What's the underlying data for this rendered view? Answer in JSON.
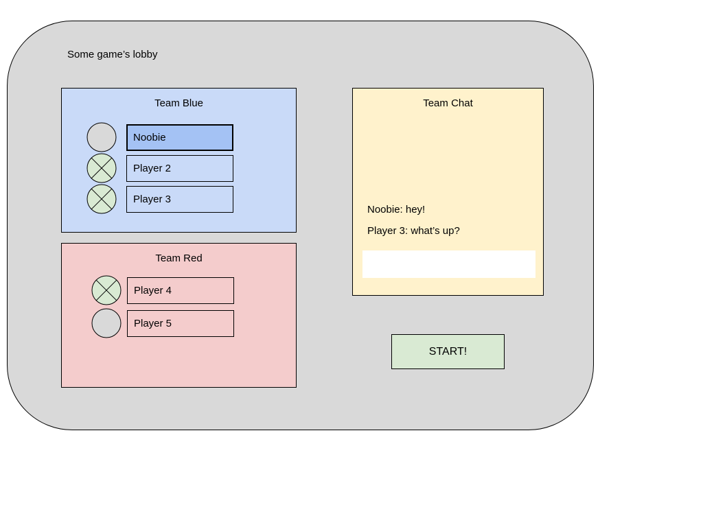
{
  "lobby": {
    "title": "Some game’s lobby",
    "teams": [
      {
        "name": "Team Blue",
        "players": [
          {
            "name": "Noobie",
            "ready": false,
            "selected": true
          },
          {
            "name": "Player 2",
            "ready": true,
            "selected": false
          },
          {
            "name": "Player 3",
            "ready": true,
            "selected": false
          }
        ]
      },
      {
        "name": "Team Red",
        "players": [
          {
            "name": "Player 4",
            "ready": true,
            "selected": false
          },
          {
            "name": "Player 5",
            "ready": false,
            "selected": false
          }
        ]
      }
    ],
    "chat": {
      "title": "Team Chat",
      "messages": [
        "Noobie: hey!",
        "Player 3: what’s up?"
      ],
      "input_value": ""
    },
    "start_button_label": "START!",
    "colors": {
      "container_bg": "#d9d9d9",
      "team_blue_bg": "#c9daf8",
      "selected_player_bg": "#a4c2f4",
      "team_red_bg": "#f4cccc",
      "chat_bg": "#fff2cc",
      "start_button_bg": "#d9ead3",
      "ready_circle": "#d9ead3",
      "idle_circle": "#d9d9d9",
      "border": "#000000"
    }
  }
}
